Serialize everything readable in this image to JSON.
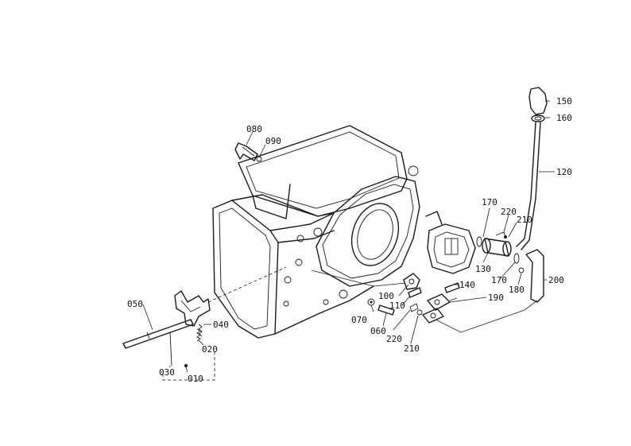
{
  "parts": [
    {
      "id": "p010",
      "label": "010"
    },
    {
      "id": "p020",
      "label": "020"
    },
    {
      "id": "p030",
      "label": "030"
    },
    {
      "id": "p040",
      "label": "040"
    },
    {
      "id": "p050",
      "label": "050"
    },
    {
      "id": "p060",
      "label": "060"
    },
    {
      "id": "p070",
      "label": "070"
    },
    {
      "id": "p080",
      "label": "080"
    },
    {
      "id": "p090",
      "label": "090"
    },
    {
      "id": "p100",
      "label": "100"
    },
    {
      "id": "p110",
      "label": "110"
    },
    {
      "id": "p120",
      "label": "120"
    },
    {
      "id": "p130",
      "label": "130"
    },
    {
      "id": "p140",
      "label": "140"
    },
    {
      "id": "p150",
      "label": "150"
    },
    {
      "id": "p160",
      "label": "160"
    },
    {
      "id": "p170a",
      "label": "170"
    },
    {
      "id": "p170b",
      "label": "170"
    },
    {
      "id": "p180",
      "label": "180"
    },
    {
      "id": "p190",
      "label": "190"
    },
    {
      "id": "p200",
      "label": "200"
    },
    {
      "id": "p210a",
      "label": "210"
    },
    {
      "id": "p210b",
      "label": "210"
    },
    {
      "id": "p220a",
      "label": "220"
    },
    {
      "id": "p220b",
      "label": "220"
    }
  ]
}
